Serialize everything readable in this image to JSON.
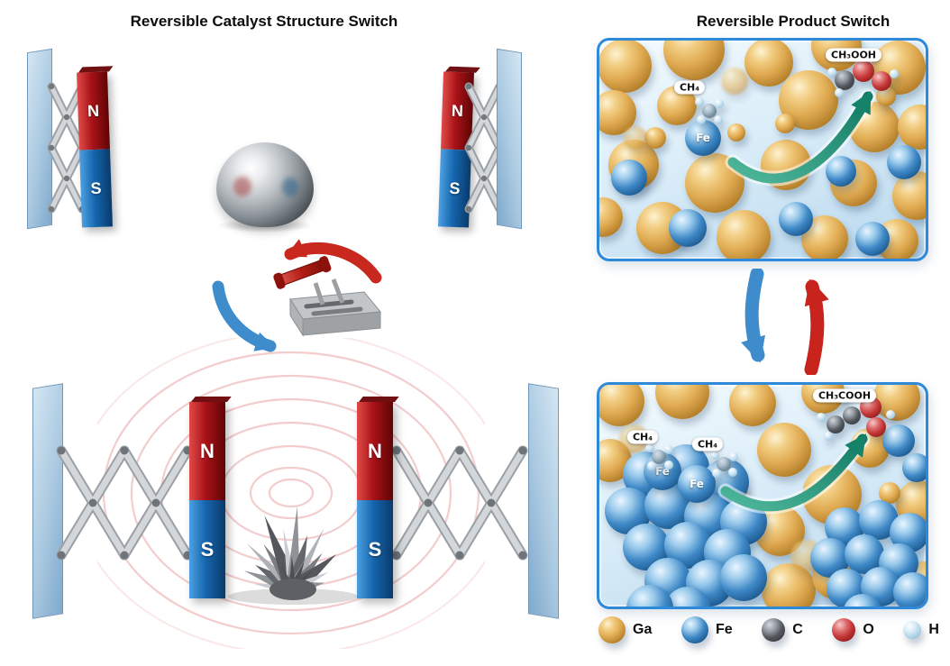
{
  "left": {
    "title": "Reversible Catalyst Structure Switch",
    "magnet": {
      "north": "N",
      "south": "S"
    }
  },
  "right": {
    "title": "Reversible Product Switch",
    "top_panel": {
      "reactant": "CH₄",
      "site": "Fe",
      "product": "CH₃OOH"
    },
    "bottom_panel": {
      "reactant1": "CH₄",
      "reactant2": "CH₄",
      "site1": "Fe",
      "site2": "Fe",
      "product": "CH₃COOH"
    }
  },
  "legend": {
    "items": [
      {
        "label": "Ga",
        "color": "#E0AB52"
      },
      {
        "label": "Fe",
        "color": "#3E88C6"
      },
      {
        "label": "C",
        "color": "#55595E"
      },
      {
        "label": "O",
        "color": "#C23434"
      },
      {
        "label": "H",
        "color": "#AFD3E8"
      }
    ]
  },
  "colors": {
    "ga": "#E0AB52",
    "fe": "#3E88C6",
    "c": "#55595E",
    "o": "#C23434",
    "h": "#AFD3E8",
    "magnet_n": "#A81217",
    "magnet_s": "#1566AE",
    "panel_border": "#2E89D8",
    "green_arrow": "#1F8F76",
    "switch_down_arrow": "#3E8CCC",
    "switch_up_arrow": "#C8231C"
  }
}
